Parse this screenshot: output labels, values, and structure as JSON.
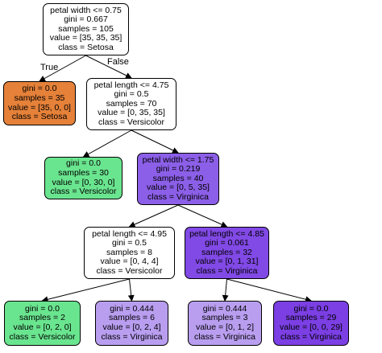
{
  "tree": {
    "edge_labels": {
      "true": "True",
      "false": "False"
    },
    "nodes": [
      {
        "id": "n0",
        "fill": "#ffffff",
        "lines": [
          "petal width <= 0.75",
          "gini = 0.667",
          "samples = 105",
          "value = [35, 35, 35]",
          "class = Setosa"
        ]
      },
      {
        "id": "n1",
        "fill": "#e58139",
        "lines": [
          "gini = 0.0",
          "samples = 35",
          "value = [35, 0, 0]",
          "class = Setosa"
        ]
      },
      {
        "id": "n2",
        "fill": "#ffffff",
        "lines": [
          "petal length <= 4.75",
          "gini = 0.5",
          "samples = 70",
          "value = [0, 35, 35]",
          "class = Versicolor"
        ]
      },
      {
        "id": "n3",
        "fill": "#6ae58f",
        "lines": [
          "gini = 0.0",
          "samples = 30",
          "value = [0, 30, 0]",
          "class = Versicolor"
        ]
      },
      {
        "id": "n4",
        "fill": "#8c5fe8",
        "lines": [
          "petal width <= 1.75",
          "gini = 0.219",
          "samples = 40",
          "value = [0, 5, 35]",
          "class = Virginica"
        ]
      },
      {
        "id": "n5",
        "fill": "#ffffff",
        "lines": [
          "petal length <= 4.95",
          "gini = 0.5",
          "samples = 8",
          "value = [0, 4, 4]",
          "class = Versicolor"
        ]
      },
      {
        "id": "n6",
        "fill": "#8149e5",
        "lines": [
          "petal length <= 4.85",
          "gini = 0.061",
          "samples = 32",
          "value = [0, 1, 31]",
          "class = Virginica"
        ]
      },
      {
        "id": "n7",
        "fill": "#6ae58f",
        "lines": [
          "gini = 0.0",
          "samples = 2",
          "value = [0, 2, 0]",
          "class = Versicolor"
        ]
      },
      {
        "id": "n8",
        "fill": "#b99ef0",
        "lines": [
          "gini = 0.444",
          "samples = 6",
          "value = [0, 2, 4]",
          "class = Virginica"
        ]
      },
      {
        "id": "n9",
        "fill": "#b99ef0",
        "lines": [
          "gini = 0.444",
          "samples = 3",
          "value = [0, 1, 2]",
          "class = Virginica"
        ]
      },
      {
        "id": "n10",
        "fill": "#7b3fe4",
        "lines": [
          "gini = 0.0",
          "samples = 29",
          "value = [0, 0, 29]",
          "class = Virginica"
        ]
      }
    ],
    "edges": [
      [
        "n0",
        "n1"
      ],
      [
        "n0",
        "n2"
      ],
      [
        "n2",
        "n3"
      ],
      [
        "n2",
        "n4"
      ],
      [
        "n4",
        "n5"
      ],
      [
        "n4",
        "n6"
      ],
      [
        "n5",
        "n7"
      ],
      [
        "n5",
        "n8"
      ],
      [
        "n6",
        "n9"
      ],
      [
        "n6",
        "n10"
      ]
    ]
  }
}
